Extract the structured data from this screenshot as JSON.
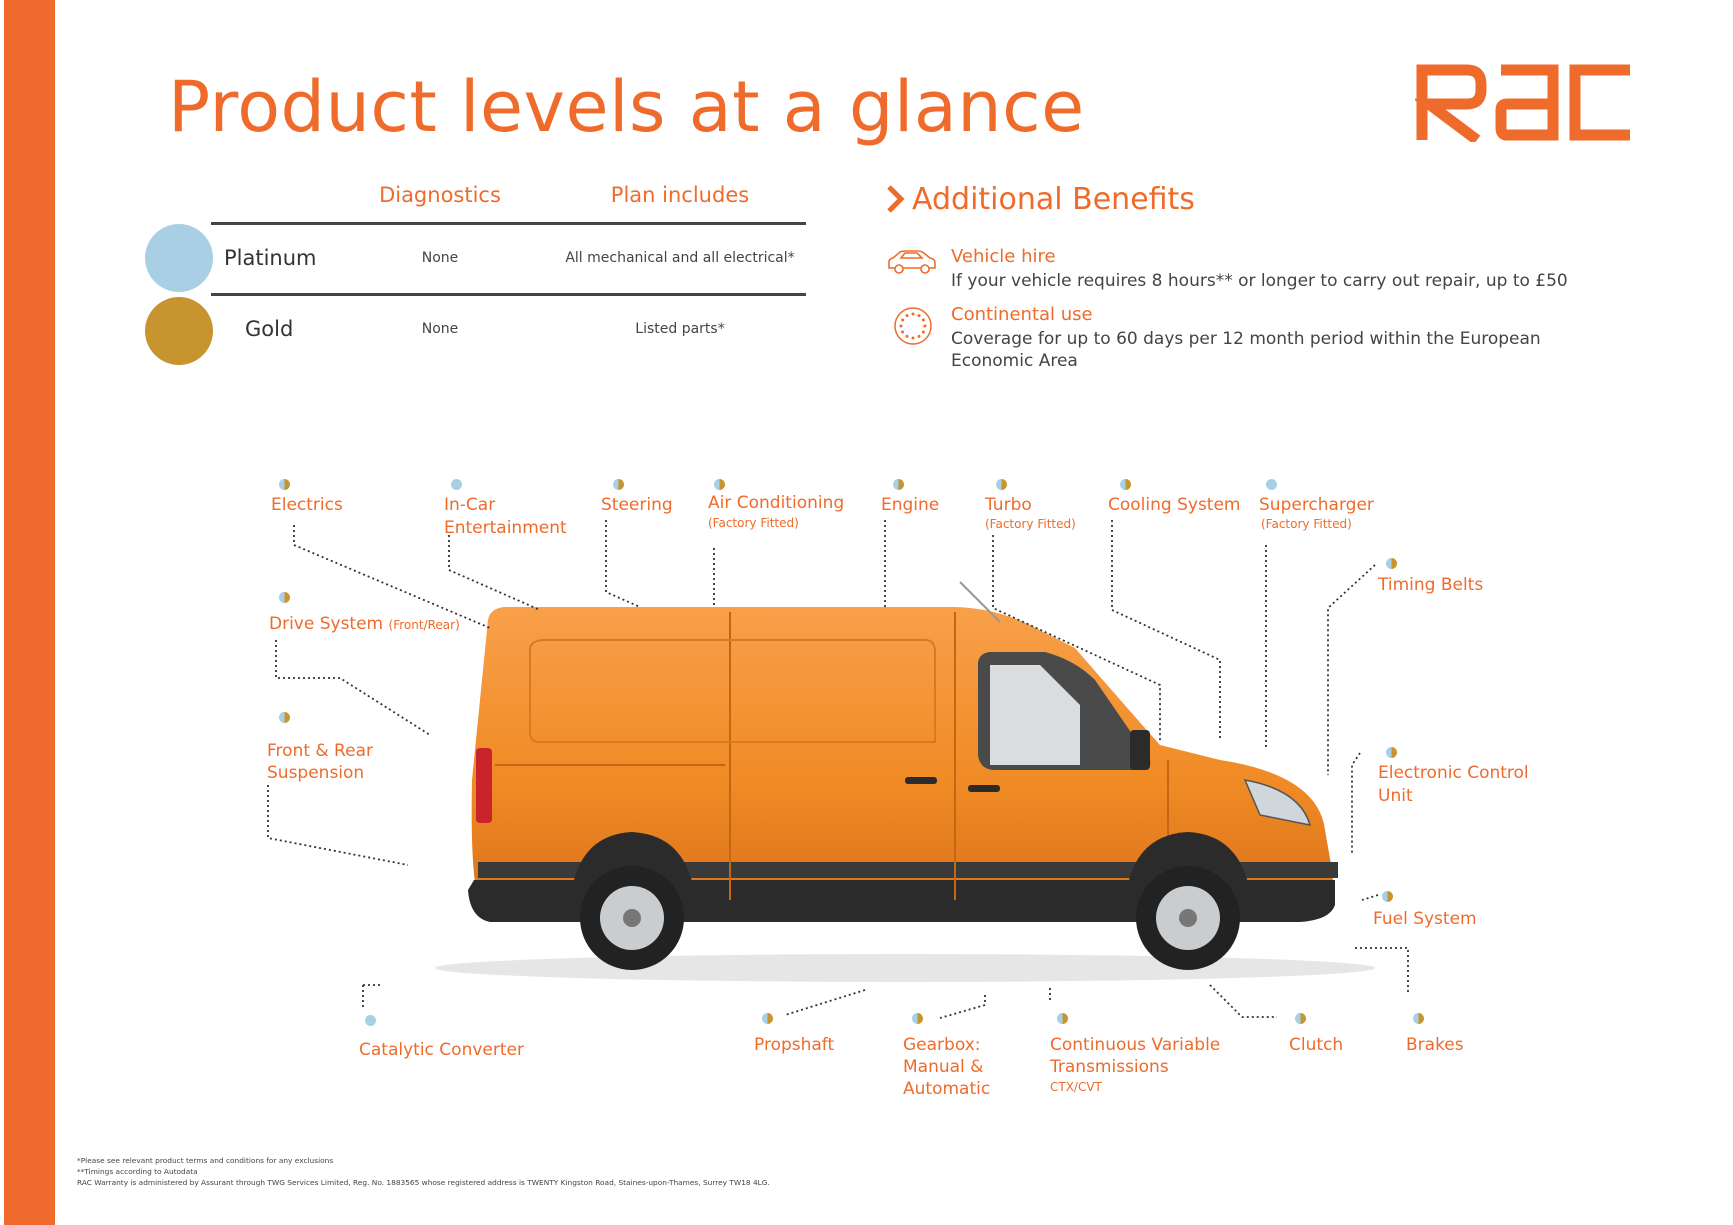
{
  "title": "Product levels at a glance",
  "brand": {
    "name": "RAC",
    "color": "#ef6b2b"
  },
  "table": {
    "headers": [
      "Diagnostics",
      "Plan includes"
    ],
    "rows": [
      {
        "tier": "Platinum",
        "color": "#a9cfe4",
        "diagnostics": "None",
        "plan": "All mechanical and all electrical*"
      },
      {
        "tier": "Gold",
        "color": "#c79430",
        "diagnostics": "None",
        "plan": "Listed parts*"
      }
    ]
  },
  "benefits": {
    "heading": "Additional Benefits",
    "items": [
      {
        "icon": "car-icon",
        "title": "Vehicle hire",
        "desc": "If your vehicle requires 8 hours** or longer to carry out repair, up to £50"
      },
      {
        "icon": "stars-circle-icon",
        "title": "Continental use",
        "desc": "Coverage for up to 60 days per 12 month period within the European Economic Area"
      }
    ]
  },
  "parts": {
    "electrics": "Electrics",
    "in_car_1": "In-Car",
    "in_car_2": "Entertainment",
    "steering": "Steering",
    "air_con": "Air Conditioning",
    "air_con_sub": "(Factory Fitted)",
    "engine": "Engine",
    "turbo": "Turbo",
    "turbo_sub": "(Factory Fitted)",
    "cooling": "Cooling System",
    "supercharger": "Supercharger",
    "supercharger_sub": "(Factory Fitted)",
    "timing_belts": "Timing Belts",
    "drive_system": "Drive System",
    "drive_system_sub": "(Front/Rear)",
    "suspension_1": "Front & Rear",
    "suspension_2": "Suspension",
    "ecu_1": "Electronic Control",
    "ecu_2": "Unit",
    "fuel_system": "Fuel System",
    "catalytic": "Catalytic Converter",
    "propshaft": "Propshaft",
    "gearbox_1": "Gearbox:",
    "gearbox_2": "Manual &",
    "gearbox_3": "Automatic",
    "cvt_1": "Continuous Variable",
    "cvt_2": "Transmissions",
    "cvt_sub": "CTX/CVT",
    "clutch": "Clutch",
    "brakes": "Brakes"
  },
  "footnotes": [
    "*Please see relevant product terms and conditions for any exclusions",
    "**Timings according to Autodata",
    "RAC Warranty is administered by Assurant through TWG Services Limited, Reg. No. 1883565 whose registered address is TWENTY Kingston Road, Staines-upon-Thames, Surrey TW18 4LG."
  ]
}
